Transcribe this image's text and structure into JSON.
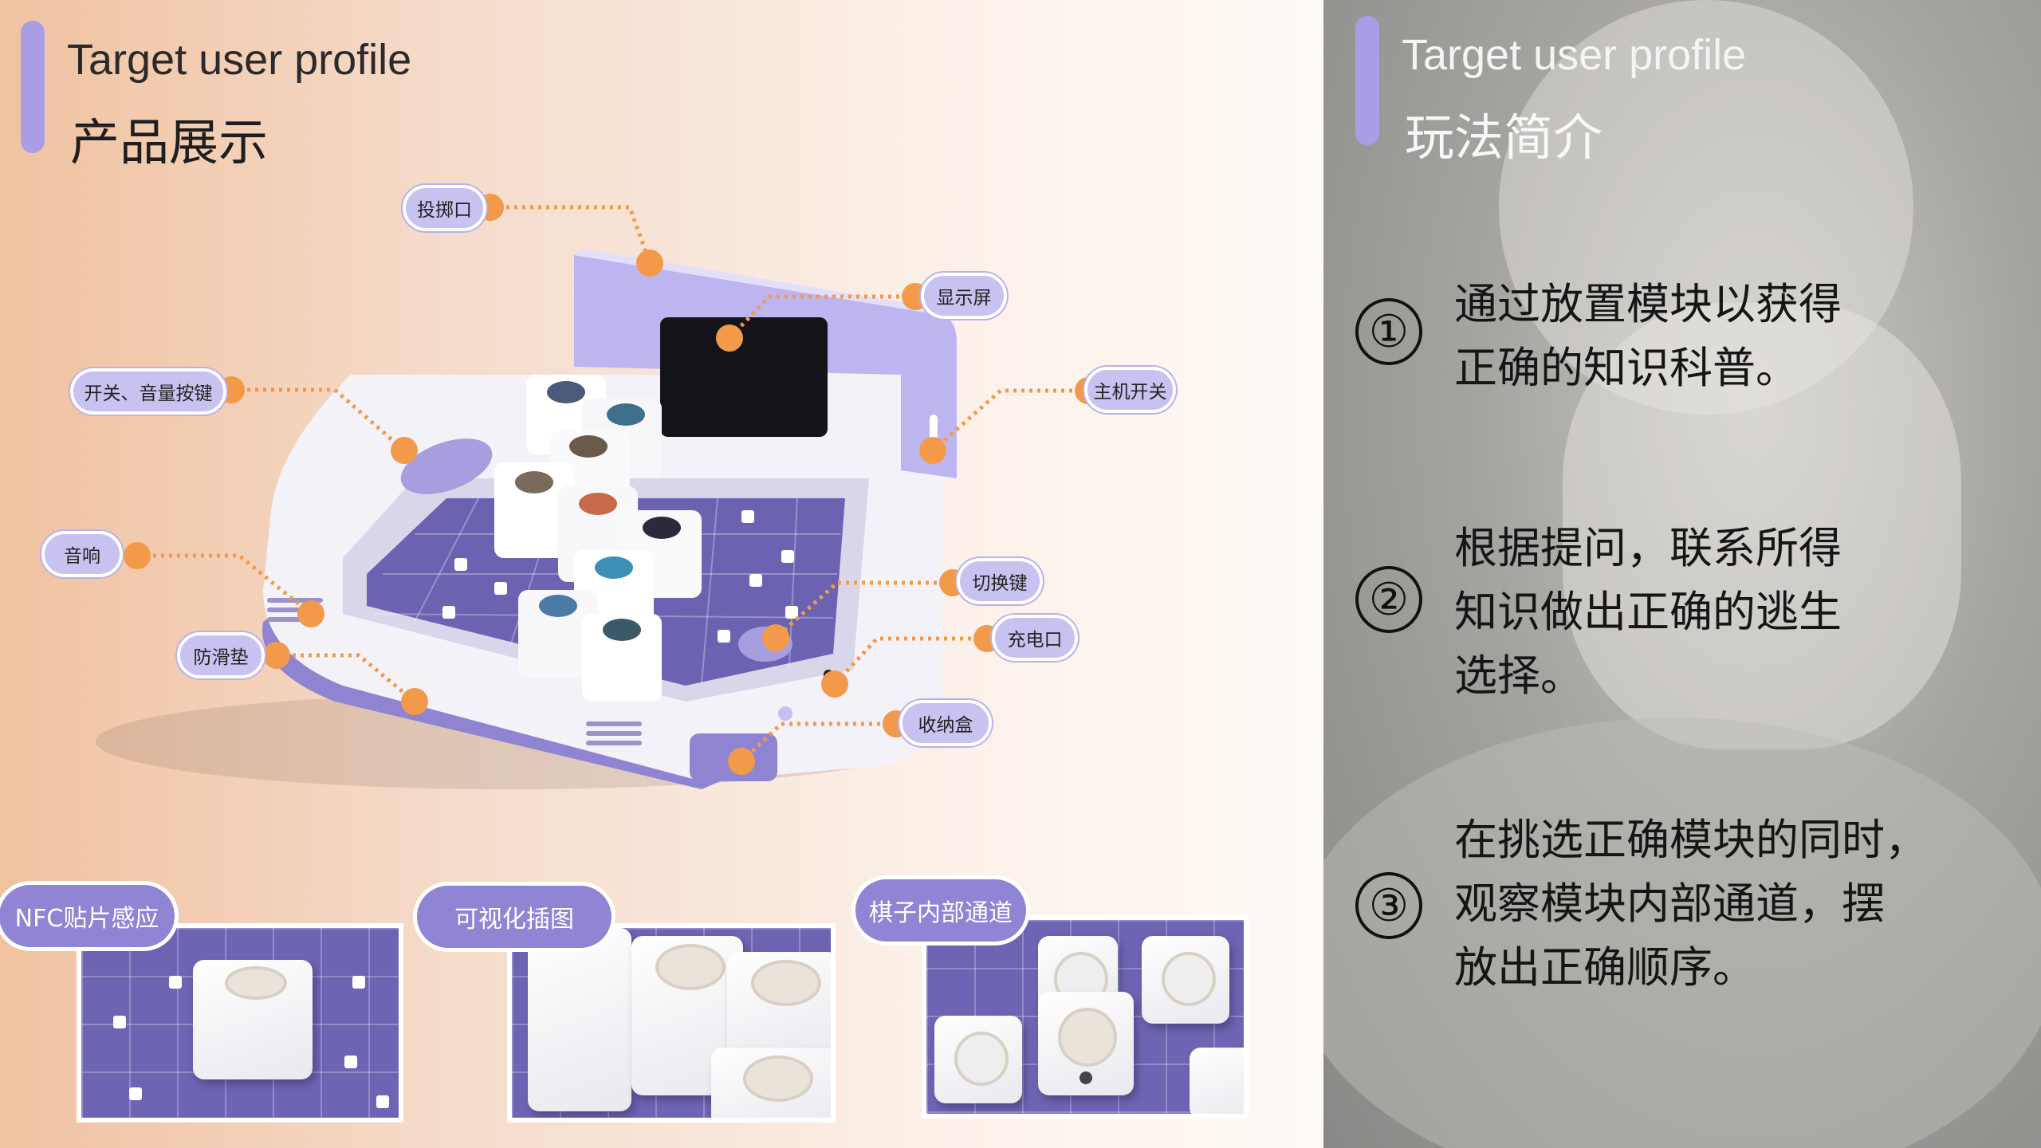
{
  "left": {
    "heading_en": "Target user profile",
    "heading_cn": "产品展示",
    "callouts": {
      "throw_port": "投掷口",
      "display": "显示屏",
      "power_volume": "开关、音量按键",
      "main_switch": "主机开关",
      "speaker": "音响",
      "toggle_key": "切换键",
      "anti_slip": "防滑垫",
      "charge_port": "充电口",
      "storage_box": "收纳盒"
    },
    "photos": {
      "nfc": "NFC贴片感应",
      "illustration": "可视化插图",
      "channel": "棋子内部通道"
    }
  },
  "right": {
    "heading_en": "Target user profile",
    "heading_cn": "玩法简介",
    "steps": [
      {
        "num": "①",
        "lines": [
          "通过放置模块以获得",
          "正确的知识科普。"
        ]
      },
      {
        "num": "②",
        "lines": [
          "根据提问，联系所得",
          "知识做出正确的逃生",
          "选择。"
        ]
      },
      {
        "num": "③",
        "lines": [
          "在挑选正确模块的同时，",
          "观察模块内部通道，摆",
          "放出正确顺序。"
        ]
      }
    ]
  },
  "colors": {
    "accent": "#a99ee6",
    "callout_dot": "#f39a4a",
    "board": "#6d64b4"
  }
}
